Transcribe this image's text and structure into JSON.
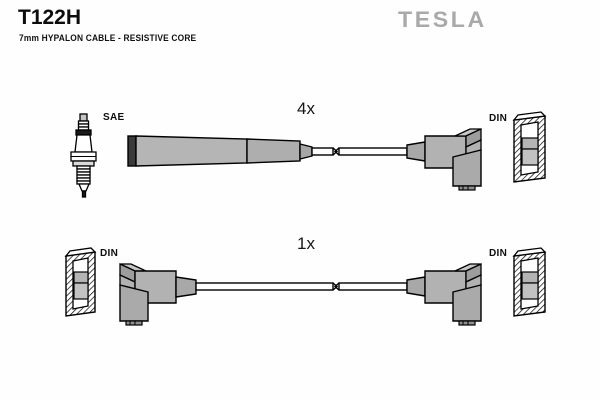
{
  "sheet": {
    "part_number": "T122H",
    "description": "7mm HYPALON CABLE - RESISTIVE CORE",
    "brand": "TESLA",
    "background_color": "#ffffff",
    "line_color": "#000000",
    "body_fill": "#a8a8a8",
    "body_fill_light": "#c4c4c4",
    "logo_color": "#a9a9a9"
  },
  "assemblies": [
    {
      "id": "assembly-4x",
      "quantity_label": "4x",
      "left_end": {
        "type": "straight-boot",
        "label": "SAE",
        "symbol": "spark-plug"
      },
      "right_end": {
        "type": "right-angle-boot",
        "label": "DIN",
        "symbol": "din-socket"
      },
      "cable": {
        "break_symbol": true
      }
    },
    {
      "id": "assembly-1x",
      "quantity_label": "1x",
      "left_end": {
        "type": "right-angle-boot",
        "label": "DIN",
        "symbol": "din-socket"
      },
      "right_end": {
        "type": "right-angle-boot",
        "label": "DIN",
        "symbol": "din-socket"
      },
      "cable": {
        "break_symbol": true
      }
    }
  ],
  "labels": {
    "sae": "SAE",
    "din_top_right": "DIN",
    "din_bottom_left": "DIN",
    "din_bottom_right": "DIN"
  }
}
